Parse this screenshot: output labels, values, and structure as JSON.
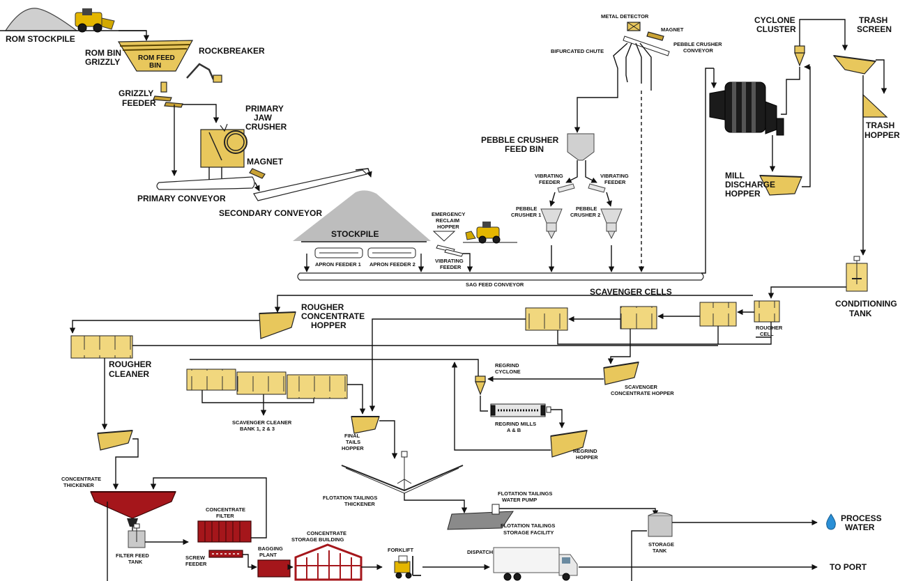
{
  "labels": {
    "rom_stockpile": "ROM STOCKPILE",
    "rom_bin_1": "ROM BIN",
    "rom_bin_2": "GRIZZLY",
    "rom_feed_bin_1": "ROM FEED",
    "rom_feed_bin_2": "BIN",
    "rockbreaker": "ROCKBREAKER",
    "grizzly_feeder_1": "GRIZZLY",
    "grizzly_feeder_2": "FEEDER",
    "primary_jaw_1": "PRIMARY",
    "primary_jaw_2": "JAW",
    "primary_jaw_3": "CRUSHER",
    "magnet_1": "MAGNET",
    "primary_conveyor": "PRIMARY CONVEYOR",
    "secondary_conveyor": "SECONDARY CONVEYOR",
    "stockpile": "STOCKPILE",
    "emergency_1": "EMERGENCY",
    "emergency_2": "RECLAIM",
    "emergency_3": "HOPPER",
    "apron_feeder_1": "APRON FEEDER 1",
    "apron_feeder_2": "APRON FEEDER 2",
    "vib_feeder_1": "VIBRATING",
    "vib_feeder_2": "FEEDER",
    "sag_feed_conveyor": "SAG FEED CONVEYOR",
    "metal_detector": "METAL DETECTOR",
    "magnet_2": "MAGNET",
    "pebble_conv_1": "PEBBLE CRUSHER",
    "pebble_conv_2": "CONVEYOR",
    "bifurcated_chute": "BIFURCATED CHUTE",
    "pebble_bin_1": "PEBBLE CRUSHER",
    "pebble_bin_2": "FEED BIN",
    "vf_a_1": "VIBRATING",
    "vf_a_2": "FEEDER",
    "vf_b_1": "VIBRATING",
    "vf_b_2": "FEEDER",
    "pc1_1": "PEBBLE",
    "pc1_2": "CRUSHER 1",
    "pc2_1": "PEBBLE",
    "pc2_2": "CRUSHER 2",
    "cyclone_1": "CYCLONE",
    "cyclone_2": "CLUSTER",
    "trash_screen_1": "TRASH",
    "trash_screen_2": "SCREEN",
    "trash_hopper_1": "TRASH",
    "trash_hopper_2": "HOPPER",
    "mill_disch_1": "MILL",
    "mill_disch_2": "DISCHARGE",
    "mill_disch_3": "HOPPER",
    "conditioning_1": "CONDITIONING",
    "conditioning_2": "TANK",
    "scavenger_cells": "SCAVENGER CELLS",
    "rougher_cell_1": "ROUGHER",
    "rougher_cell_2": "CELL",
    "rougher_conc_1": "ROUGHER",
    "rougher_conc_2": "CONCENTRATE",
    "rougher_conc_3": "HOPPER",
    "rougher_cleaner_1": "ROUGHER",
    "rougher_cleaner_2": "CLEANER",
    "regrind_cyclone_1": "REGRIND",
    "regrind_cyclone_2": "CYCLONE",
    "scav_conc_1": "SCAVENGER",
    "scav_conc_2": "CONCENTRATE HOPPER",
    "scav_cleaner_1": "SCAVENGER CLEANER",
    "scav_cleaner_2": "BANK 1, 2 & 3",
    "regrind_mills_1": "REGRIND MILLS",
    "regrind_mills_2": "A & B",
    "final_tails_1": "FINAL",
    "final_tails_2": "TAILS",
    "final_tails_3": "HOPPER",
    "regrind_hopper_1": "REGRIND",
    "regrind_hopper_2": "HOPPER",
    "conc_thickener_1": "CONCENTRATE",
    "conc_thickener_2": "THICKENER",
    "flot_thickener_1": "FLOTATION TAILINGS",
    "flot_thickener_2": "THICKENER",
    "flot_pump_1": "FLOTATION TAILINGS",
    "flot_pump_2": "WATER PUMP",
    "flot_storage_1": "FLOTATION TAILINGS",
    "flot_storage_2": "STORAGE FACILITY",
    "conc_filter_1": "CONCENTRATE",
    "conc_filter_2": "FILTER",
    "filter_feed_1": "FILTER FEED",
    "filter_feed_2": "TANK",
    "screw_feeder_1": "SCREW",
    "screw_feeder_2": "FEEDER",
    "bagging_1": "BAGGING",
    "bagging_2": "PLANT",
    "conc_storage_1": "CONCENTRATE",
    "conc_storage_2": "STORAGE BUILDING",
    "forklift": "FORKLIFT",
    "dispatch": "DISPATCH",
    "storage_tank_1": "STORAGE",
    "storage_tank_2": "TANK",
    "process_water_1": "PROCESS",
    "process_water_2": "WATER",
    "to_port": "TO PORT"
  },
  "colors": {
    "equipment_yellow": "#e8c75c",
    "flotation_cell": "#f1d77e",
    "concentrate_red": "#a5161b",
    "stockpile_grey": "#cfcfcf",
    "water_blue": "#2a8fd6"
  }
}
